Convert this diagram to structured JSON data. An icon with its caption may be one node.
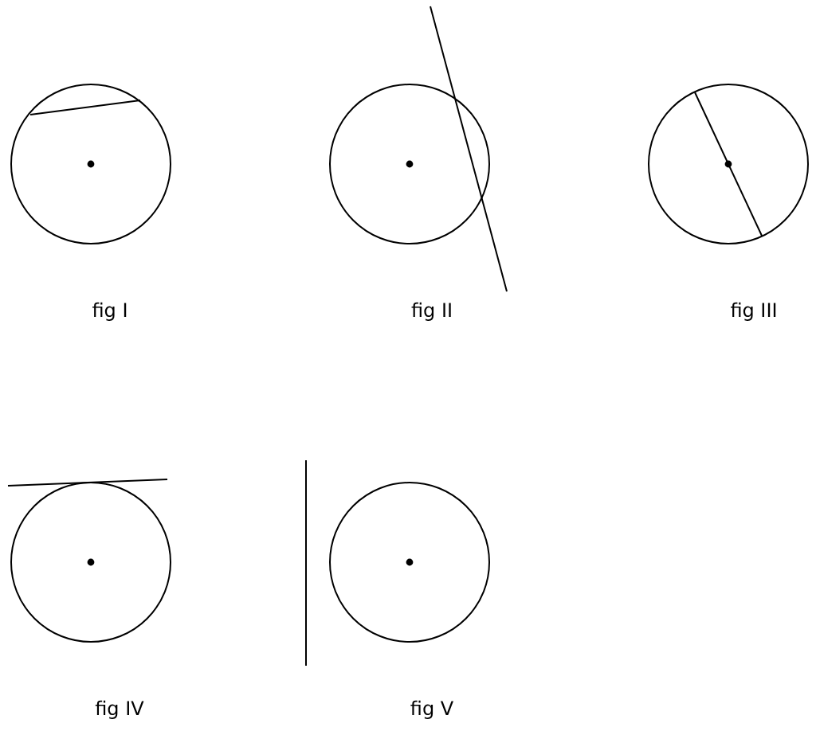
{
  "diagram": {
    "labels": [
      "fig I",
      "fig II",
      "fig III",
      "fig IV",
      "fig V"
    ]
  }
}
